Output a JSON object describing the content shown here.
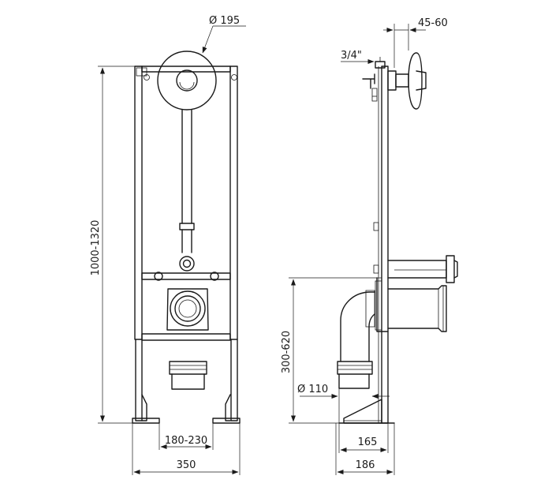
{
  "dimensions": {
    "flush_plate_diameter": "Ø 195",
    "frame_height": "1000-1320",
    "outlet_spacing": "180-230",
    "frame_width": "350",
    "plate_projection": "45-60",
    "water_inlet": "3/4\"",
    "outlet_height": "300-620",
    "pipe_diameter": "Ø 110",
    "depth_to_pipe": "165",
    "total_depth": "186"
  }
}
